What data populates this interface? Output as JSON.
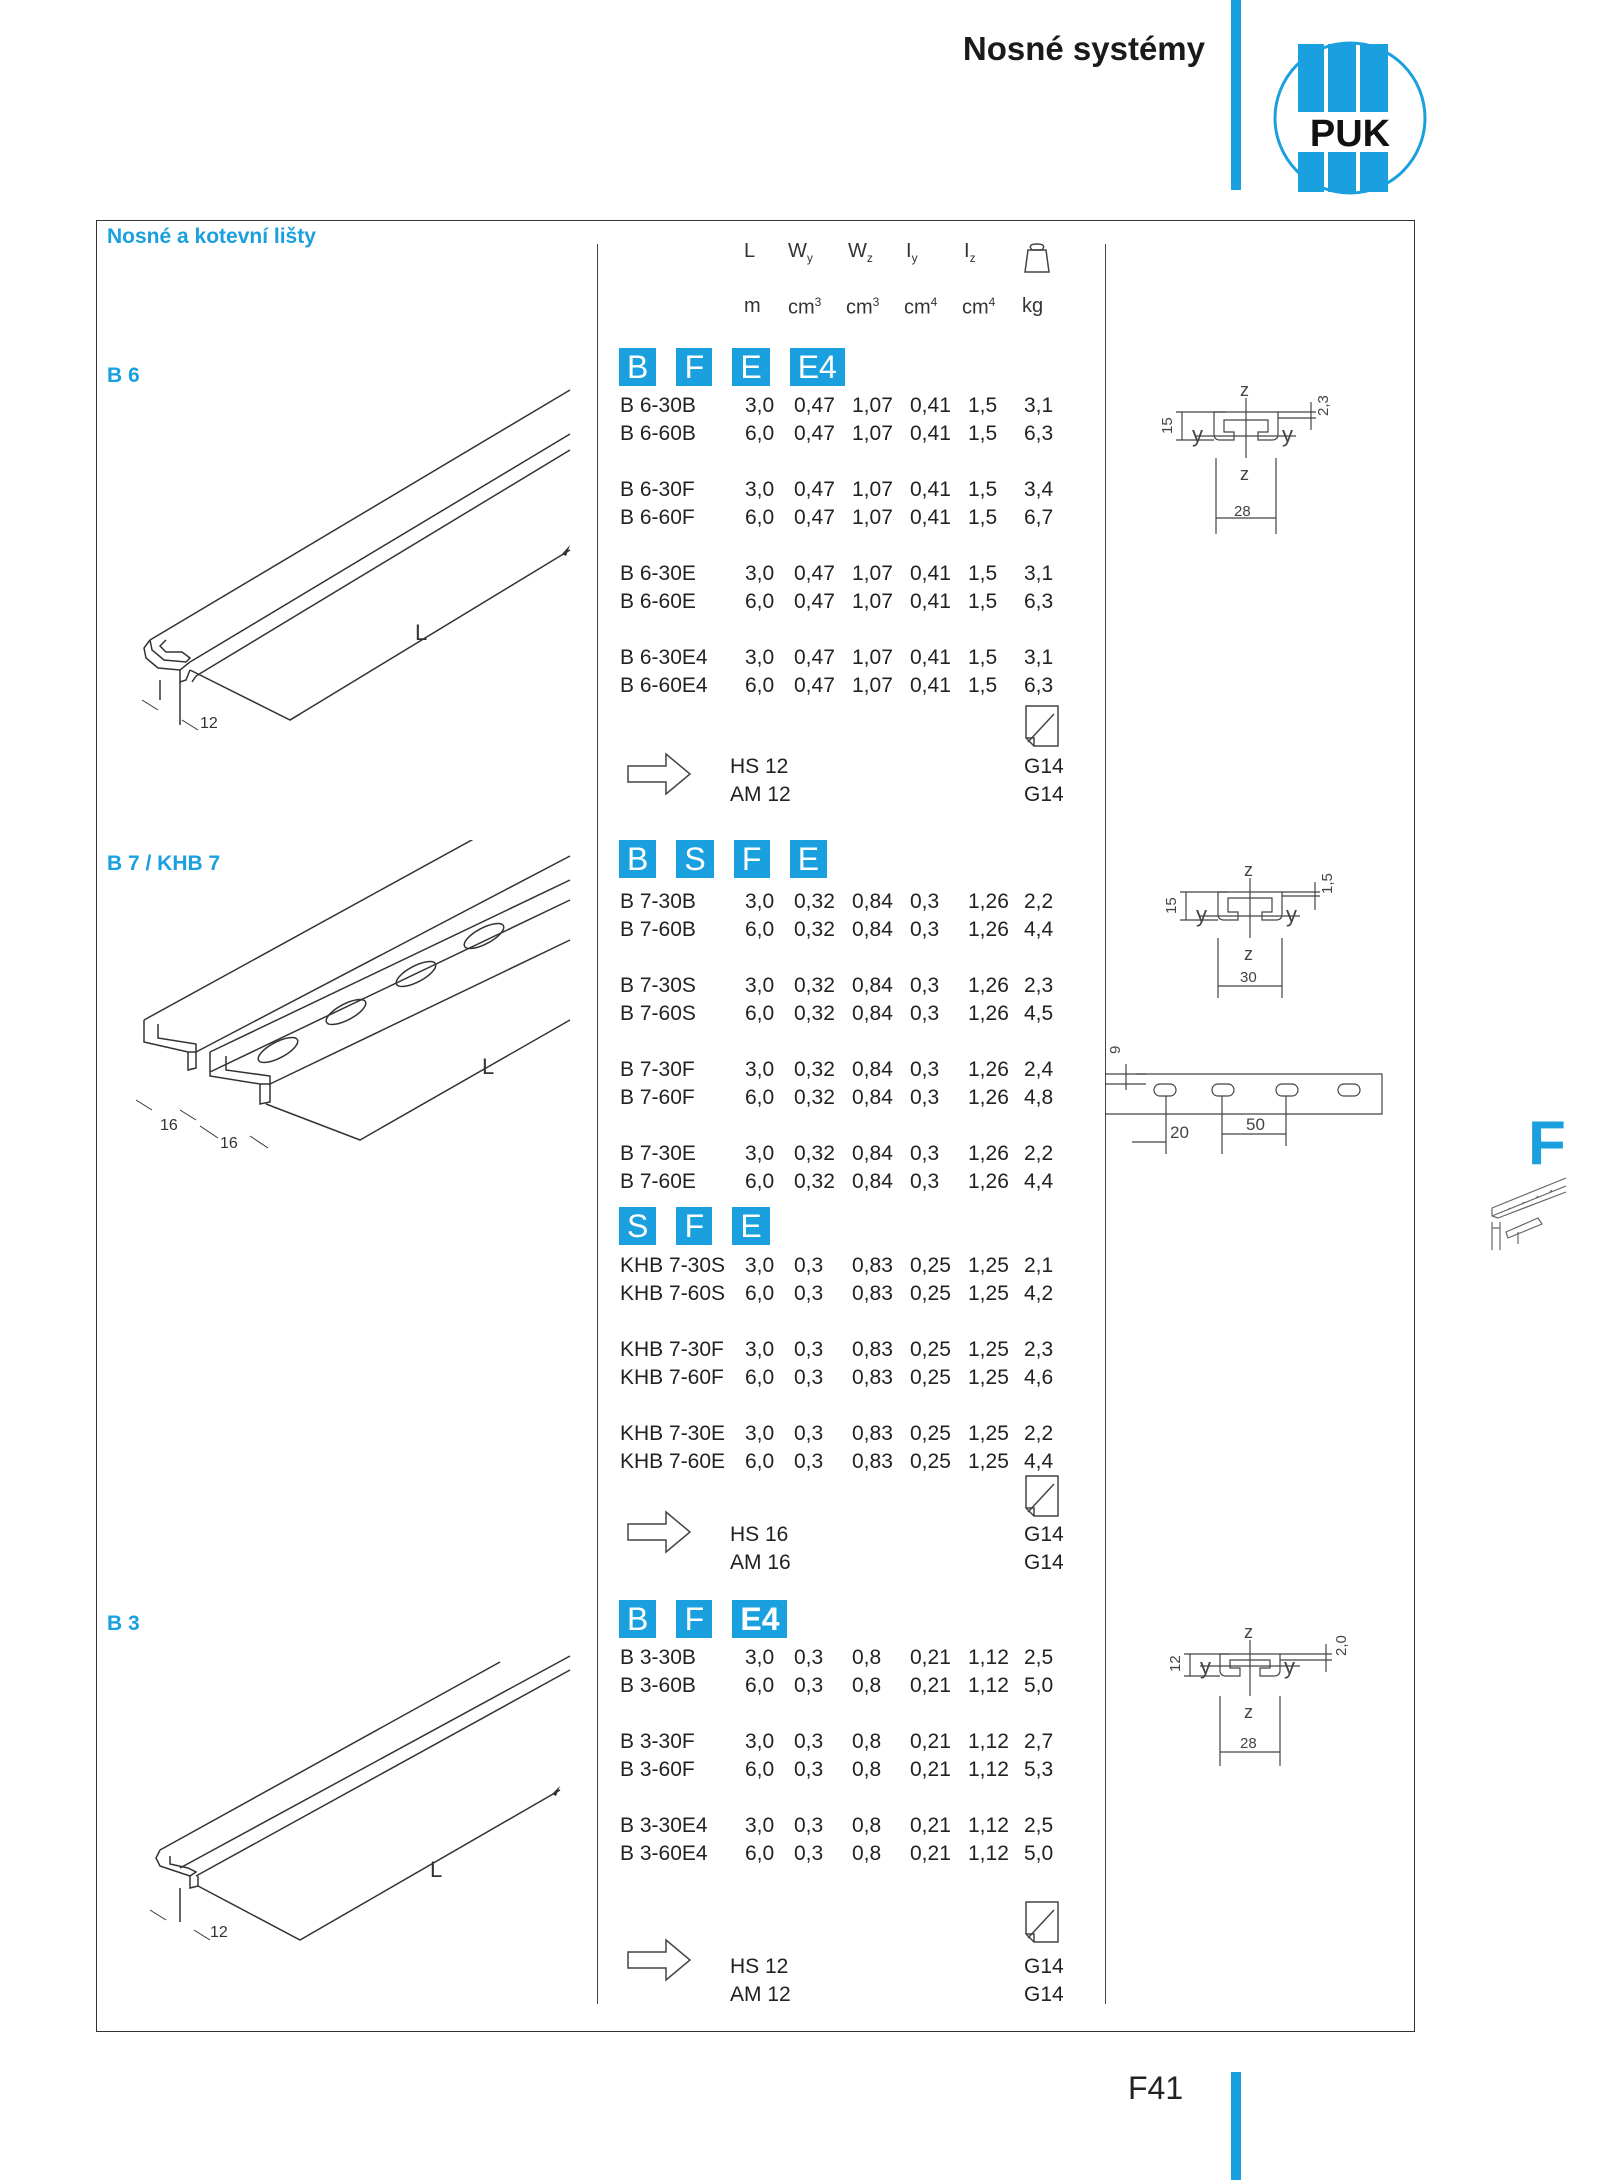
{
  "header": {
    "title": "Nosné systémy",
    "logo_text": "PUK"
  },
  "table_title": "Nosné a kotevní lišty",
  "columns": {
    "names": [
      "L",
      "W",
      "W",
      "I",
      "I"
    ],
    "subs": [
      "",
      "y",
      "z",
      "y",
      "z"
    ],
    "units": [
      "m",
      "cm",
      "cm",
      "cm",
      "cm",
      "kg"
    ],
    "unit_sups": [
      "",
      "3",
      "3",
      "4",
      "4",
      ""
    ]
  },
  "sections": [
    {
      "title": "B 6",
      "badges": [
        "B",
        "F",
        "E",
        "E4"
      ],
      "rows": [
        [
          "B 6-30B",
          "3,0",
          "0,47",
          "1,07",
          "0,41",
          "1,5",
          "3,1"
        ],
        [
          "B 6-60B",
          "6,0",
          "0,47",
          "1,07",
          "0,41",
          "1,5",
          "6,3"
        ],
        [
          "B 6-30F",
          "3,0",
          "0,47",
          "1,07",
          "0,41",
          "1,5",
          "3,4"
        ],
        [
          "B 6-60F",
          "6,0",
          "0,47",
          "1,07",
          "0,41",
          "1,5",
          "6,7"
        ],
        [
          "B 6-30E",
          "3,0",
          "0,47",
          "1,07",
          "0,41",
          "1,5",
          "3,1"
        ],
        [
          "B 6-60E",
          "6,0",
          "0,47",
          "1,07",
          "0,41",
          "1,5",
          "6,3"
        ],
        [
          "B 6-30E4",
          "3,0",
          "0,47",
          "1,07",
          "0,41",
          "1,5",
          "3,1"
        ],
        [
          "B 6-60E4",
          "6,0",
          "0,47",
          "1,07",
          "0,41",
          "1,5",
          "6,3"
        ]
      ],
      "accessories": [
        [
          "HS 12",
          "G14"
        ],
        [
          "AM 12",
          "G14"
        ]
      ],
      "dim_L": "L",
      "dim_w": "12",
      "cs": {
        "z": "z",
        "y": "y",
        "h": "15",
        "w": "28",
        "t": "2,3"
      }
    },
    {
      "title": "B 7 / KHB 7",
      "badges": [
        "B",
        "S",
        "F",
        "E"
      ],
      "rows": [
        [
          "B 7-30B",
          "3,0",
          "0,32",
          "0,84",
          "0,3",
          "1,26",
          "2,2"
        ],
        [
          "B 7-60B",
          "6,0",
          "0,32",
          "0,84",
          "0,3",
          "1,26",
          "4,4"
        ],
        [
          "B 7-30S",
          "3,0",
          "0,32",
          "0,84",
          "0,3",
          "1,26",
          "2,3"
        ],
        [
          "B 7-60S",
          "6,0",
          "0,32",
          "0,84",
          "0,3",
          "1,26",
          "4,5"
        ],
        [
          "B 7-30F",
          "3,0",
          "0,32",
          "0,84",
          "0,3",
          "1,26",
          "2,4"
        ],
        [
          "B 7-60F",
          "6,0",
          "0,32",
          "0,84",
          "0,3",
          "1,26",
          "4,8"
        ],
        [
          "B 7-30E",
          "3,0",
          "0,32",
          "0,84",
          "0,3",
          "1,26",
          "2,2"
        ],
        [
          "B 7-60E",
          "6,0",
          "0,32",
          "0,84",
          "0,3",
          "1,26",
          "4,4"
        ]
      ],
      "badges2": [
        "S",
        "F",
        "E"
      ],
      "rows2": [
        [
          "KHB 7-30S",
          "3,0",
          "0,3",
          "0,83",
          "0,25",
          "1,25",
          "2,1"
        ],
        [
          "KHB 7-60S",
          "6,0",
          "0,3",
          "0,83",
          "0,25",
          "1,25",
          "4,2"
        ],
        [
          "KHB 7-30F",
          "3,0",
          "0,3",
          "0,83",
          "0,25",
          "1,25",
          "2,3"
        ],
        [
          "KHB 7-60F",
          "6,0",
          "0,3",
          "0,83",
          "0,25",
          "1,25",
          "4,6"
        ],
        [
          "KHB 7-30E",
          "3,0",
          "0,3",
          "0,83",
          "0,25",
          "1,25",
          "2,2"
        ],
        [
          "KHB 7-60E",
          "6,0",
          "0,3",
          "0,83",
          "0,25",
          "1,25",
          "4,4"
        ]
      ],
      "accessories": [
        [
          "HS 16",
          "G14"
        ],
        [
          "AM 16",
          "G14"
        ]
      ],
      "dim_L": "L",
      "dim_w1": "16",
      "dim_w2": "16",
      "cs": {
        "z": "z",
        "y": "y",
        "h": "15",
        "w": "30",
        "t": "1,5"
      },
      "slot": {
        "h": "9",
        "a": "20",
        "b": "50"
      }
    },
    {
      "title": "B 3",
      "badges": [
        "B",
        "F",
        "E4"
      ],
      "rows": [
        [
          "B 3-30B",
          "3,0",
          "0,3",
          "0,8",
          "0,21",
          "1,12",
          "2,5"
        ],
        [
          "B 3-60B",
          "6,0",
          "0,3",
          "0,8",
          "0,21",
          "1,12",
          "5,0"
        ],
        [
          "B 3-30F",
          "3,0",
          "0,3",
          "0,8",
          "0,21",
          "1,12",
          "2,7"
        ],
        [
          "B 3-60F",
          "6,0",
          "0,3",
          "0,8",
          "0,21",
          "1,12",
          "5,3"
        ],
        [
          "B 3-30E4",
          "3,0",
          "0,3",
          "0,8",
          "0,21",
          "1,12",
          "2,5"
        ],
        [
          "B 3-60E4",
          "6,0",
          "0,3",
          "0,8",
          "0,21",
          "1,12",
          "5,0"
        ]
      ],
      "accessories": [
        [
          "HS 12",
          "G14"
        ],
        [
          "AM 12",
          "G14"
        ]
      ],
      "dim_L": "L",
      "dim_w": "12",
      "cs": {
        "z": "z",
        "y": "y",
        "h": "12",
        "w": "28",
        "t": "2,0"
      }
    }
  ],
  "side_letter": "F",
  "page_number": "F41",
  "colors": {
    "accent": "#1a9fdf"
  }
}
